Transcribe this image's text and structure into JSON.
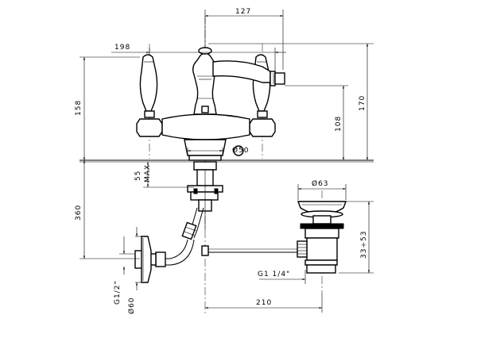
{
  "dimensions": {
    "d127": "127",
    "d198": "198",
    "d158": "158",
    "d170": "170",
    "d108": "108",
    "d50": "Ø50",
    "d55": "55",
    "dmax": "MAX",
    "d360": "360",
    "d63": "Ø63",
    "d3353": "33÷53",
    "dg114": "G1 1/4\"",
    "dg12": "G1/2\"",
    "d60": "Ø60",
    "d210": "210"
  }
}
